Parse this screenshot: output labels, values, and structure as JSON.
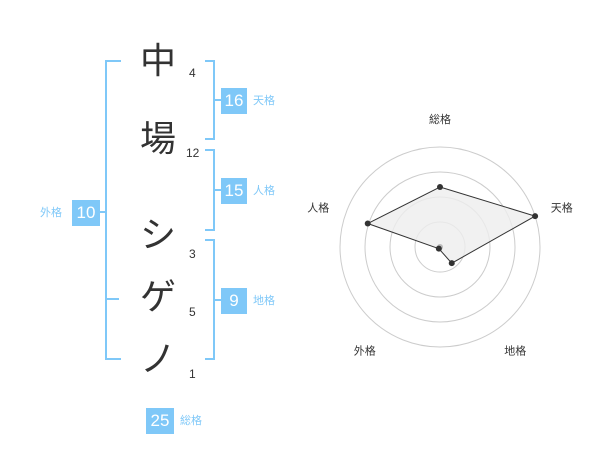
{
  "name": {
    "chars": [
      {
        "char": "中",
        "strokes": "4"
      },
      {
        "char": "場",
        "strokes": "12"
      },
      {
        "char": "シ",
        "strokes": "3"
      },
      {
        "char": "ゲ",
        "strokes": "5"
      },
      {
        "char": "ノ",
        "strokes": "1"
      }
    ]
  },
  "fortune": {
    "tenkaku": {
      "value": "16",
      "label": "天格"
    },
    "jinkaku": {
      "value": "15",
      "label": "人格"
    },
    "chikaku": {
      "value": "9",
      "label": "地格"
    },
    "gaikaku": {
      "value": "10",
      "label": "外格"
    },
    "soukaku": {
      "value": "25",
      "label": "総格"
    }
  },
  "chart_data": {
    "type": "radar",
    "axes": [
      "総格",
      "天格",
      "地格",
      "外格",
      "人格"
    ],
    "values": [
      3,
      5,
      1,
      0.1,
      3.8
    ],
    "max": 5,
    "rings": 4,
    "colors": {
      "fill": "#eeeeee",
      "stroke": "#333333",
      "grid": "#cccccc",
      "accent": "#7fc8f8"
    }
  },
  "colors": {
    "accent": "#7fc8f8",
    "text": "#333333"
  }
}
